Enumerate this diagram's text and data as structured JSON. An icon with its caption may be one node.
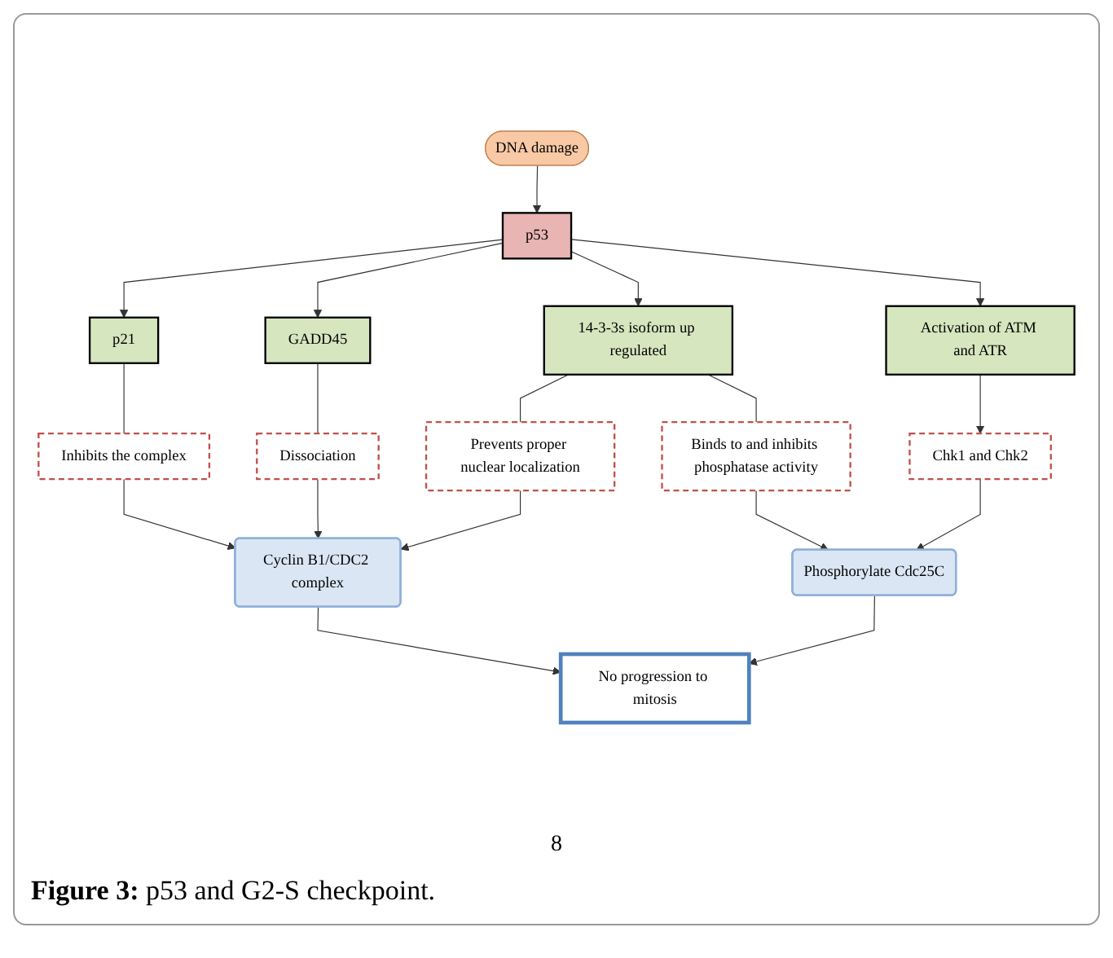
{
  "diagram": {
    "caption": "**Figure 3:** p53 and G2-S checkpoint.",
    "nodes": [
      {
        "text": [
          "DNA damage"
        ]
      },
      {
        "text": [
          "p53"
        ]
      },
      {
        "text": [
          "p21"
        ]
      },
      {
        "text": [
          "Activation of ATM and ATR"
        ]
      },
      {
        "text": [
          "GADD45"
        ]
      },
      {
        "text": [
          "14-3-3s isoform up regulated"
        ]
      },
      {
        "text": [
          "Dissociation"
        ]
      },
      {
        "text": [
          "Chk1 and Chk2"
        ]
      },
      {
        "text": [
          "Inhibits the complex"
        ]
      },
      {
        "text": [
          "Prevents proper nuclear localization"
        ]
      },
      {
        "text": [
          "Binds to and inhibits phosphatase activity"
        ]
      },
      {
        "text": [
          "Cyclin B1/CDC2 complex"
        ]
      },
      {
        "text": [
          "Phosphorylate Cdc25C"
        ]
      },
      {
        "text": [
          "No progression to mitosis"
        ]
      }
    ],
    "edges": [
      {
        "from": 0,
        "to": 1,
        "arrow": "to"
      },
      {
        "from": 1,
        "to": 2,
        "arrow": "to"
      },
      {
        "from": 1,
        "to": 3,
        "arrow": "to"
      },
      {
        "from": 1,
        "to": 4,
        "arrow": "to"
      },
      {
        "from": 1,
        "to": 5,
        "arrow": "to"
      },
      {
        "from": 3,
        "to": 7,
        "arrow": "to"
      },
      {
        "from": 4,
        "to": 6,
        "arrow": "none"
      },
      {
        "from": 5,
        "to": 9,
        "arrow": "none"
      },
      {
        "from": 5,
        "to": 10,
        "arrow": "none"
      },
      {
        "from": 2,
        "to": 8,
        "arrow": "none"
      },
      {
        "from": 8,
        "to": 11,
        "arrow": "to"
      },
      {
        "from": 6,
        "to": 11,
        "arrow": "to"
      },
      {
        "from": 9,
        "to": 11,
        "arrow": "to"
      },
      {
        "from": 10,
        "to": 12,
        "arrow": "to"
      },
      {
        "from": 7,
        "to": 12,
        "arrow": "to"
      },
      {
        "from": 11,
        "to": 13,
        "arrow": "to"
      },
      {
        "from": 12,
        "to": 13,
        "arrow": "to"
      }
    ],
    "labels": [
      "8"
    ]
  }
}
